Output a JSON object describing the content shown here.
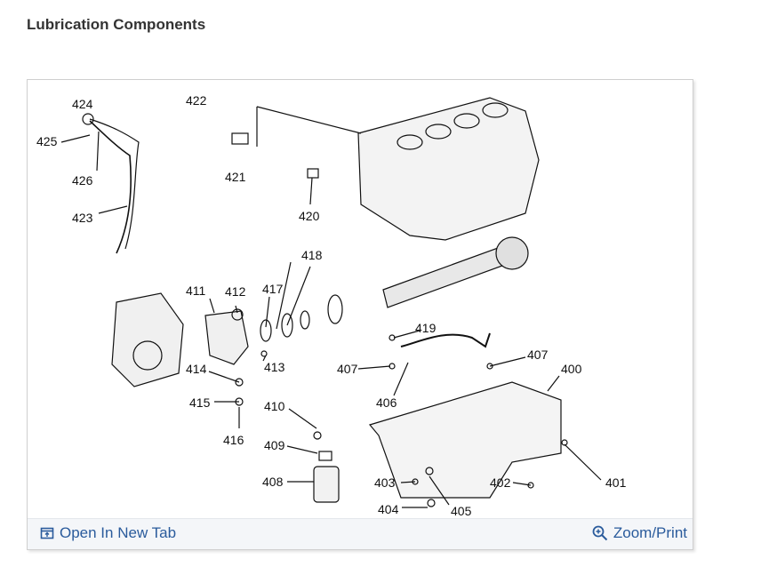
{
  "page": {
    "title": "Lubrication Components"
  },
  "diagram": {
    "callouts": [
      "400",
      "401",
      "402",
      "403",
      "404",
      "405",
      "406",
      "407",
      "408",
      "409",
      "410",
      "411",
      "412",
      "413",
      "414",
      "415",
      "416",
      "417",
      "418",
      "419",
      "420",
      "421",
      "422",
      "423",
      "424",
      "425",
      "426"
    ],
    "label_407_second": "407"
  },
  "footer": {
    "open_tab_label": "Open In New Tab",
    "zoom_print_label": "Zoom/Print",
    "link_color": "#2a5b9c"
  }
}
